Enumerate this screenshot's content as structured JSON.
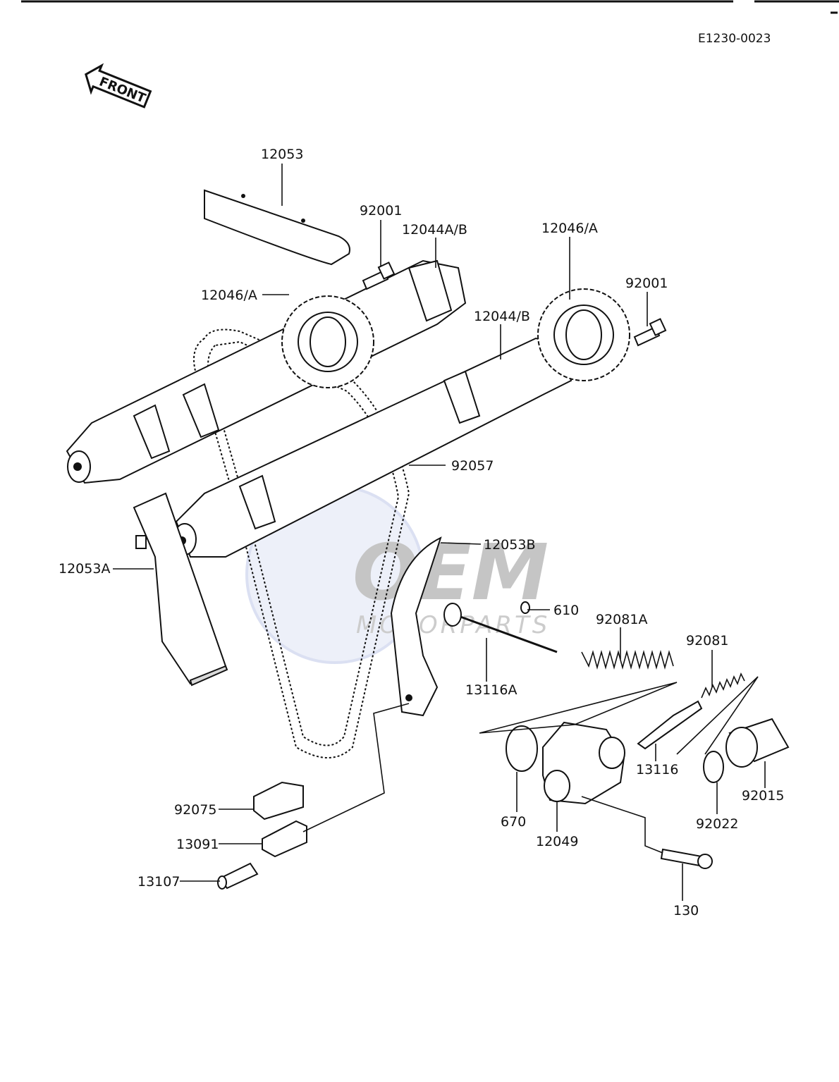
{
  "header": {
    "diagram_code": "E1230-0023",
    "front_label": "FRONT"
  },
  "watermark": {
    "brand": "OEM",
    "sub": "MOTORPARTS",
    "color": "#9aa6d6"
  },
  "labels": {
    "p12053": "12053",
    "p92001_left": "92001",
    "p12044AB": "12044A/B",
    "p12046A_top": "12046/A",
    "p12046A_left": "12046/A",
    "p92001_right": "92001",
    "p12044B": "12044/B",
    "p92057": "92057",
    "p12053B": "12053B",
    "p12053A": "12053A",
    "p610": "610",
    "p92081A": "92081A",
    "p92081": "92081",
    "p13116A": "13116A",
    "p13116": "13116",
    "p670": "670",
    "p12049": "12049",
    "p92022": "92022",
    "p92015": "92015",
    "p130": "130",
    "p92075": "92075",
    "p13091": "13091",
    "p13107": "13107"
  }
}
